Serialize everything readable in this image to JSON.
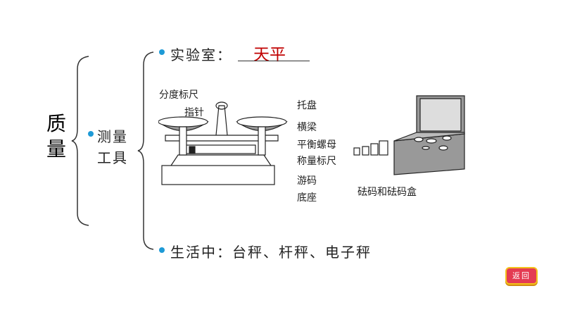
{
  "topic": "质量",
  "subtopic": [
    "测量",
    "工具"
  ],
  "lab": {
    "label": "实验室：",
    "answer": "天平"
  },
  "life": {
    "label": "生活中：台秤、杆秤、电子秤"
  },
  "balance_labels": {
    "scale": "分度标尺",
    "pointer": "指针",
    "pan": "托盘",
    "beam": "横梁",
    "nut": "平衡螺母",
    "ruler": "称量标尺",
    "rider": "游码",
    "base": "底座"
  },
  "weights_caption": "砝码和砝码盒",
  "back_button": "返回",
  "colors": {
    "accent": "#1e9ad6",
    "answer": "#c00000"
  }
}
